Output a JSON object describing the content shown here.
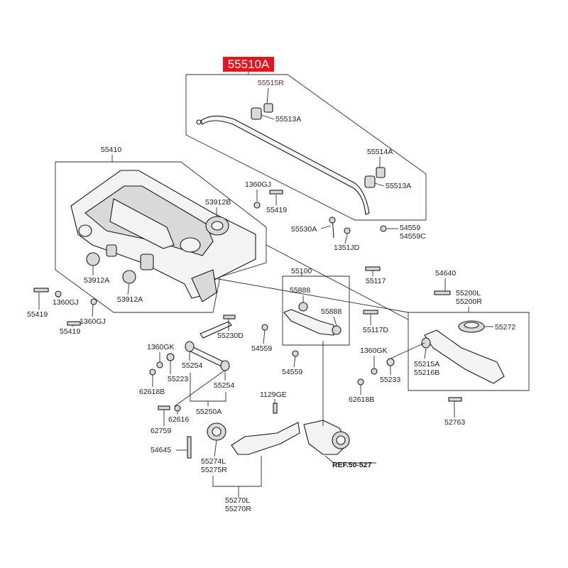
{
  "header": {
    "assembly_code": "55510A"
  },
  "labels": {
    "l55515R": "55515R",
    "l55513A_top": "55513A",
    "l55514A": "55514A",
    "l55513A_right": "55513A",
    "l55410": "55410",
    "l1360GJ_top": "1360GJ",
    "l53912B": "53912B",
    "l55419_top": "55419",
    "l55530A": "55530A",
    "l1351JD": "1351JD",
    "l54559_a": "54559",
    "l54559C": "54559C",
    "l55100": "55100",
    "l55888_a": "55888",
    "l55888_b": "55888",
    "l55117": "55117",
    "l55117D": "55117D",
    "l54640": "54640",
    "l55200L": "55200L",
    "l55200R": "55200R",
    "l55272": "55272",
    "l53912A_a": "53912A",
    "l53912A_b": "53912A",
    "l55419_a": "55419",
    "l1360GJ_a": "1360GJ",
    "l55419_b": "55419",
    "l1360GJ_b": "1360GJ",
    "l55230D": "55230D",
    "l54559_b": "54559",
    "l54559_c": "54559",
    "l1360GK_a": "1360GK",
    "l55223": "55223",
    "l55254_a": "55254",
    "l55254_b": "55254",
    "l62618B_a": "62618B",
    "l1360GK_b": "1360GK",
    "l55233": "55233",
    "l55215A": "55215A",
    "l55216B": "55216B",
    "l62618B_b": "62618B",
    "l55250A": "55250A",
    "l62616": "62616",
    "l62759": "62759",
    "l1129GE": "1129GE",
    "l52763": "52763",
    "l54645": "54645",
    "l55274L": "55274L",
    "l55275R": "55275R",
    "lREF": "REF.50-527",
    "l55270L": "55270L",
    "l55270R": "55270R"
  },
  "colors": {
    "header_bg": "#e8141c",
    "header_text": "#ffffff",
    "highlight_label": "#8a1f1f",
    "line": "#2b2b2b"
  }
}
